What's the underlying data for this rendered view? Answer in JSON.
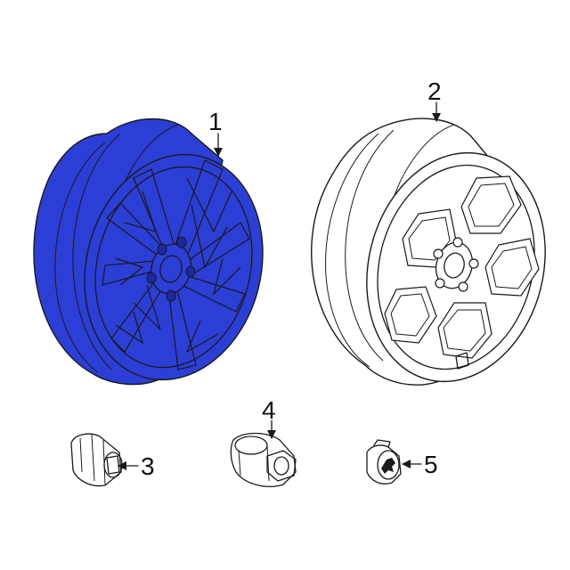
{
  "diagram": {
    "parts": [
      {
        "number": "1",
        "name": "highlighted-alloy-wheel"
      },
      {
        "number": "2",
        "name": "alloy-wheel"
      },
      {
        "number": "3",
        "name": "wheel-lug-nut"
      },
      {
        "number": "4",
        "name": "wheel-lock-nut"
      },
      {
        "number": "5",
        "name": "center-cap"
      }
    ],
    "colors": {
      "highlight": "#2b3fd6",
      "highlight_dark": "#1b2aa3",
      "line": "#1a1a1a",
      "background": "#ffffff"
    }
  }
}
